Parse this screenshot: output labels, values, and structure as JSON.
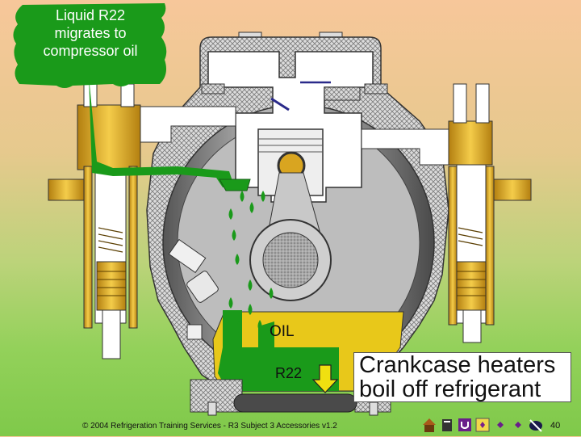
{
  "callout": {
    "lines": [
      "Liquid R22",
      "migrates to",
      "compressor oil"
    ]
  },
  "labels": {
    "oil": "OIL",
    "refrigerant": "R22"
  },
  "heater_box": {
    "lines": [
      "Crankcase heaters",
      "boil off refrigerant"
    ]
  },
  "footer": {
    "copyright": "© 2004 Refrigeration Training Services - R3 Subject 3 Accessories v1.2",
    "page_number": "40"
  },
  "nav_icons": [
    "home-icon",
    "document-icon",
    "undo-icon",
    "bookmark-icon",
    "previous-icon",
    "next-icon",
    "exit-icon"
  ],
  "colors": {
    "refrigerant_green": "#1a9a1a",
    "oil_yellow": "#e8c81a",
    "shell_gray": "#8a8a8a",
    "brass": "#d9a520"
  }
}
